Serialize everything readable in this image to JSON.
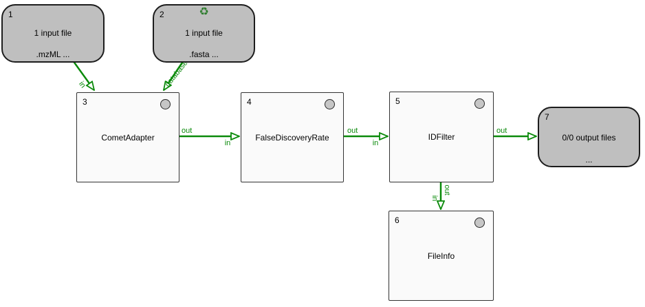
{
  "workflow": {
    "nodes": [
      {
        "number": "1",
        "type": "input-file",
        "title": "1 input file",
        "subtitle": ".mzML ..."
      },
      {
        "number": "2",
        "type": "input-file",
        "title": "1 input file",
        "subtitle": ".fasta ...",
        "recycle_icon_glyph": "♻"
      },
      {
        "number": "3",
        "type": "tool",
        "label": "CometAdapter"
      },
      {
        "number": "4",
        "type": "tool",
        "label": "FalseDiscoveryRate"
      },
      {
        "number": "5",
        "type": "tool",
        "label": "IDFilter"
      },
      {
        "number": "6",
        "type": "tool",
        "label": "FileInfo"
      },
      {
        "number": "7",
        "type": "output-file",
        "title": "0/0 output files",
        "subtitle": "..."
      }
    ],
    "edges": [
      {
        "from": "1",
        "to": "3",
        "target_port": "in"
      },
      {
        "from": "2",
        "to": "3",
        "target_port": "database"
      },
      {
        "from": "3",
        "to": "4",
        "source_port": "out",
        "target_port": "in"
      },
      {
        "from": "4",
        "to": "5",
        "source_port": "out",
        "target_port": "in"
      },
      {
        "from": "5",
        "to": "7",
        "source_port": "out"
      },
      {
        "from": "5",
        "to": "6",
        "source_port": "out",
        "target_port": "in"
      }
    ],
    "colors": {
      "edge_green": "#0a8a0a",
      "file_node_fill": "#bfbfbf",
      "tool_node_fill": "#fafafa",
      "status_circle_fill": "#c6c6c6",
      "recycle_green": "#2e7d2e"
    }
  }
}
